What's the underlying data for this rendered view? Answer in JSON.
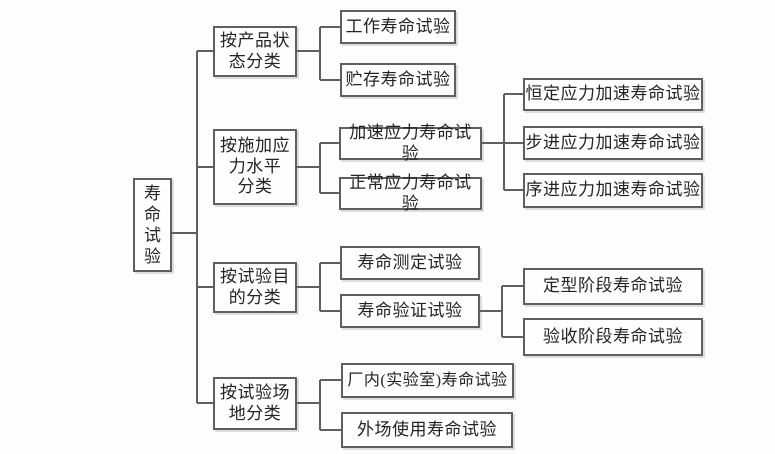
{
  "diagram": {
    "type": "tree-flowchart",
    "background_color": "#fdfdfd",
    "box_border_color": "#5f5f5f",
    "connector_color": "#5f5f5f",
    "text_color": "#232323"
  },
  "tree": {
    "root": {
      "label": "寿\n命\n试\n验"
    },
    "branches": [
      {
        "label": "按产品状\n态分类",
        "children": [
          {
            "label": "工作寿命试验"
          },
          {
            "label": "贮存寿命试验"
          }
        ]
      },
      {
        "label": "按施加应\n力水平\n分类",
        "children": [
          {
            "label": "加速应力寿命试验",
            "children": [
              {
                "label": "恒定应力加速寿命试验"
              },
              {
                "label": "步进应力加速寿命试验"
              },
              {
                "label": "序进应力加速寿命试验"
              }
            ]
          },
          {
            "label": "正常应力寿命试验"
          }
        ]
      },
      {
        "label": "按试验目\n的分类",
        "children": [
          {
            "label": "寿命测定试验"
          },
          {
            "label": "寿命验证试验",
            "children": [
              {
                "label": "定型阶段寿命试验"
              },
              {
                "label": "验收阶段寿命试验"
              }
            ]
          }
        ]
      },
      {
        "label": "按试验场\n地分类",
        "children": [
          {
            "label": "厂内(实验室)寿命试验"
          },
          {
            "label": "外场使用寿命试验"
          }
        ]
      }
    ]
  }
}
